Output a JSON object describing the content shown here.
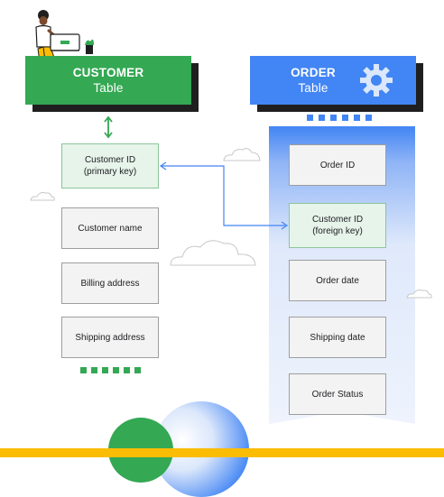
{
  "customer_table": {
    "title": "CUSTOMER",
    "subtitle": "Table",
    "color": "#34a853",
    "fields": [
      {
        "label": "Customer ID\n(primary key)",
        "key": true
      },
      {
        "label": "Customer name",
        "key": false
      },
      {
        "label": "Billing address",
        "key": false
      },
      {
        "label": "Shipping address",
        "key": false
      }
    ]
  },
  "order_table": {
    "title": "ORDER",
    "subtitle": "Table",
    "color": "#4285f4",
    "fields": [
      {
        "label": "Order ID",
        "key": false
      },
      {
        "label": "Customer ID\n(foreign key)",
        "key": true
      },
      {
        "label": "Order date",
        "key": false
      },
      {
        "label": "Shipping date",
        "key": false
      },
      {
        "label": "Order Status",
        "key": false
      }
    ]
  },
  "relationship": {
    "from": "Customer ID (primary key)",
    "to": "Customer ID (foreign key)"
  },
  "colors": {
    "green": "#34a853",
    "blue": "#4285f4",
    "yellow": "#fbbc04",
    "dark": "#1f1f1f"
  },
  "icons": [
    "gear-icon",
    "person-with-laptop-illustration",
    "cloud-icon",
    "double-arrow-icon"
  ]
}
